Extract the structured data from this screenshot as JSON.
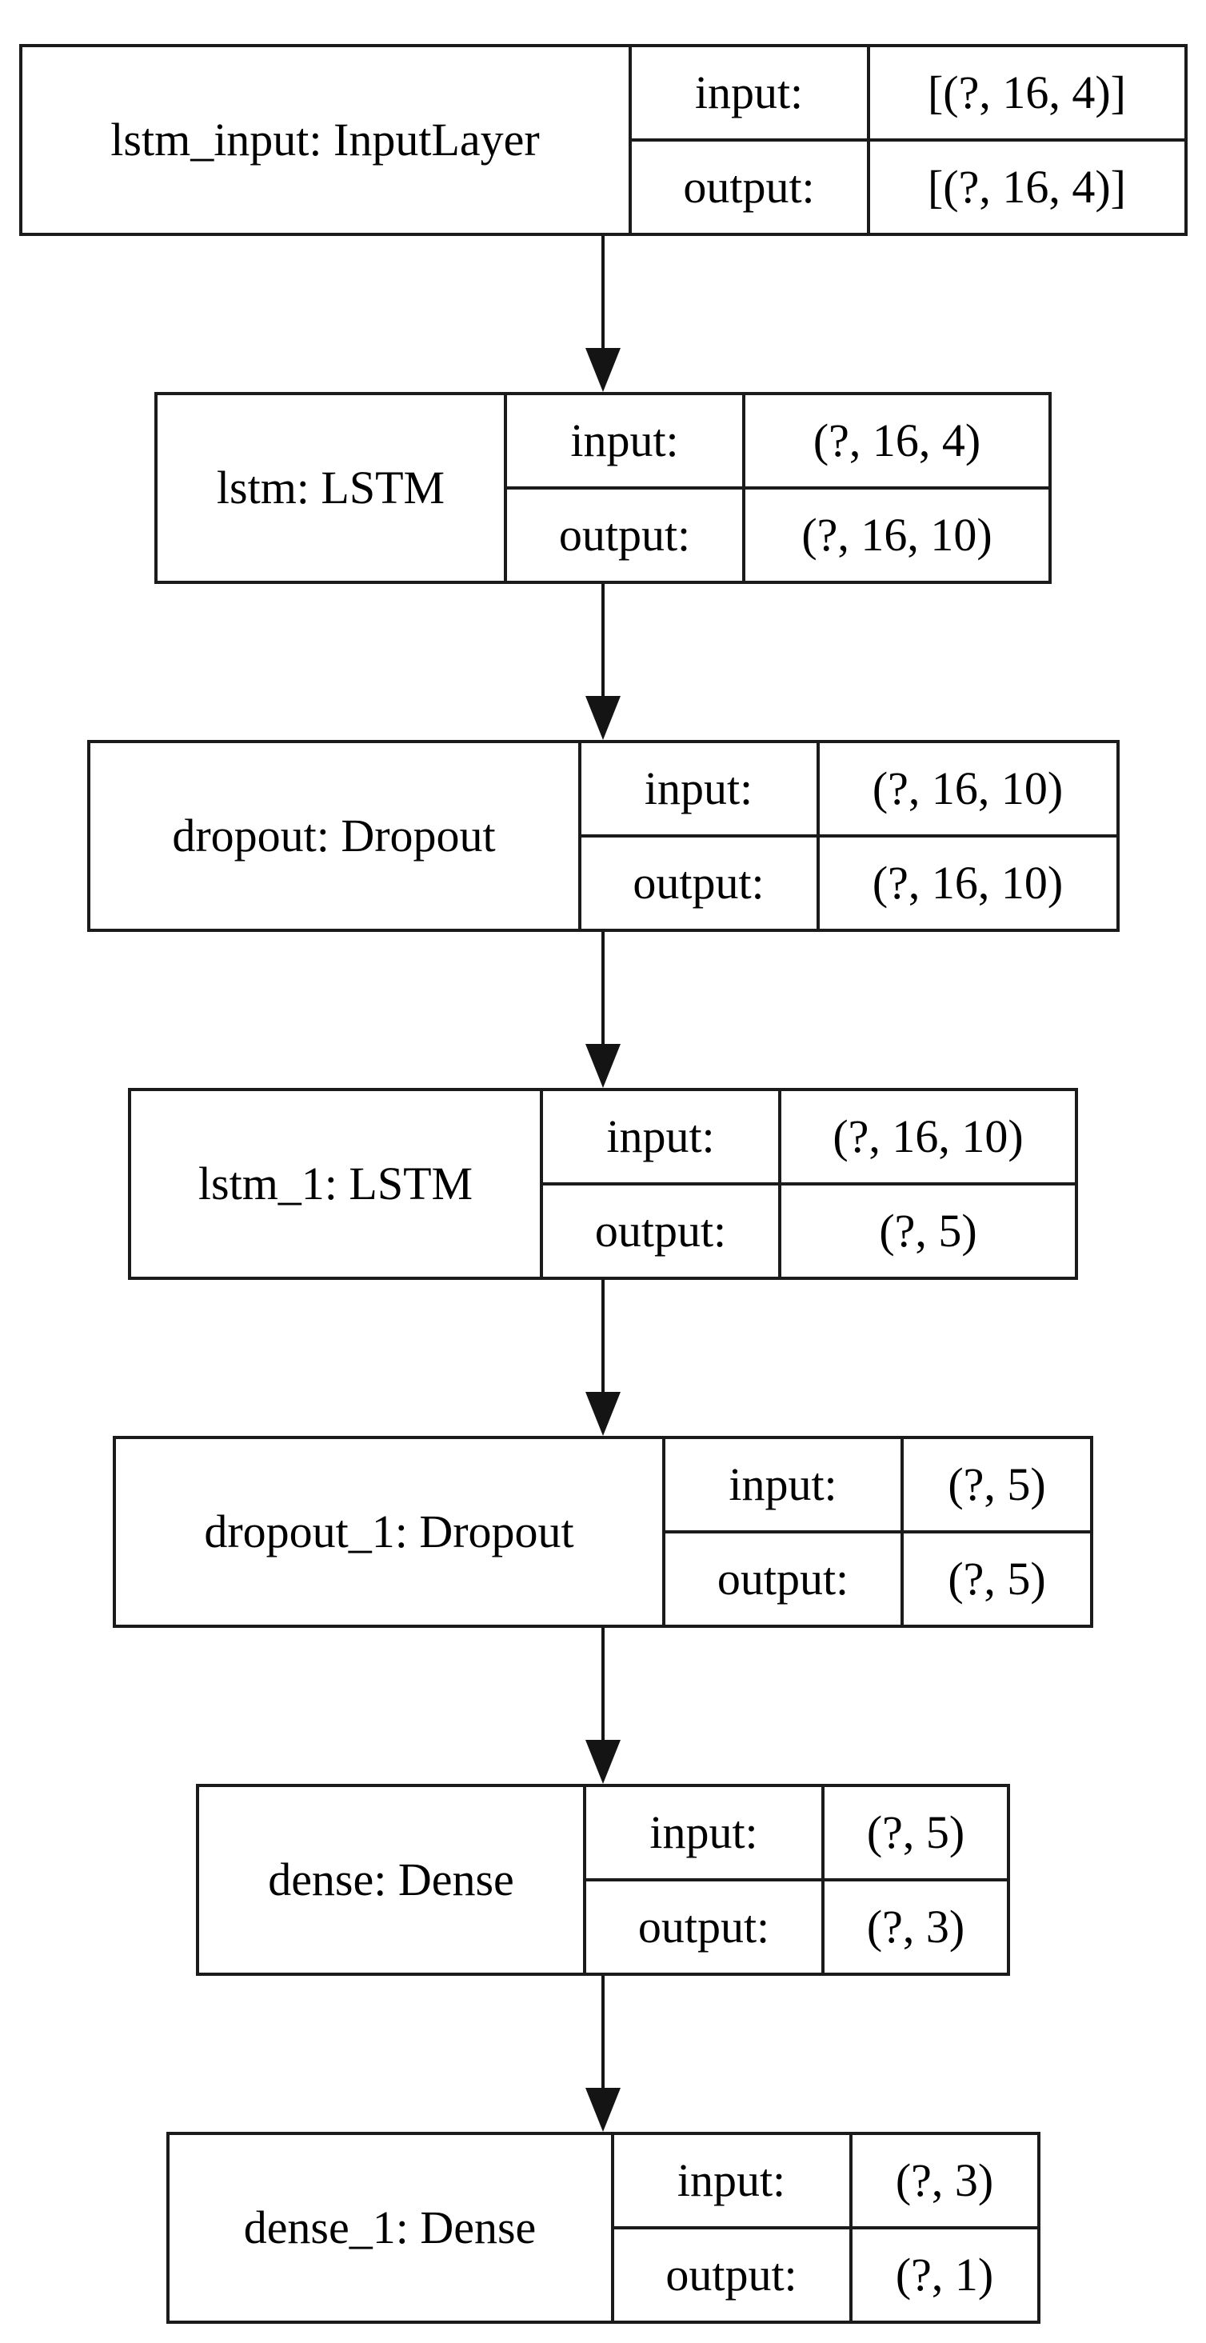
{
  "diagram": {
    "kind": "keras-model-architecture",
    "background": "#ffffff",
    "border_color": "#1b1b1b",
    "arrow_color": "#141414",
    "text_color": "#000000"
  },
  "nodes": [
    {
      "id": "lstm_input",
      "name": "lstm_input: InputLayer",
      "input_label": "input:",
      "output_label": "output:",
      "input_shape": "[(?, 16, 4)]",
      "output_shape": "[(?, 16, 4)]"
    },
    {
      "id": "lstm",
      "name": "lstm: LSTM",
      "input_label": "input:",
      "output_label": "output:",
      "input_shape": "(?, 16, 4)",
      "output_shape": "(?, 16, 10)"
    },
    {
      "id": "dropout",
      "name": "dropout: Dropout",
      "input_label": "input:",
      "output_label": "output:",
      "input_shape": "(?, 16, 10)",
      "output_shape": "(?, 16, 10)"
    },
    {
      "id": "lstm_1",
      "name": "lstm_1: LSTM",
      "input_label": "input:",
      "output_label": "output:",
      "input_shape": "(?, 16, 10)",
      "output_shape": "(?, 5)"
    },
    {
      "id": "dropout_1",
      "name": "dropout_1: Dropout",
      "input_label": "input:",
      "output_label": "output:",
      "input_shape": "(?, 5)",
      "output_shape": "(?, 5)"
    },
    {
      "id": "dense",
      "name": "dense: Dense",
      "input_label": "input:",
      "output_label": "output:",
      "input_shape": "(?, 5)",
      "output_shape": "(?, 3)"
    },
    {
      "id": "dense_1",
      "name": "dense_1: Dense",
      "input_label": "input:",
      "output_label": "output:",
      "input_shape": "(?, 3)",
      "output_shape": "(?, 1)"
    }
  ],
  "edges": [
    {
      "from": "lstm_input",
      "to": "lstm"
    },
    {
      "from": "lstm",
      "to": "dropout"
    },
    {
      "from": "dropout",
      "to": "lstm_1"
    },
    {
      "from": "lstm_1",
      "to": "dropout_1"
    },
    {
      "from": "dropout_1",
      "to": "dense"
    },
    {
      "from": "dense",
      "to": "dense_1"
    }
  ]
}
